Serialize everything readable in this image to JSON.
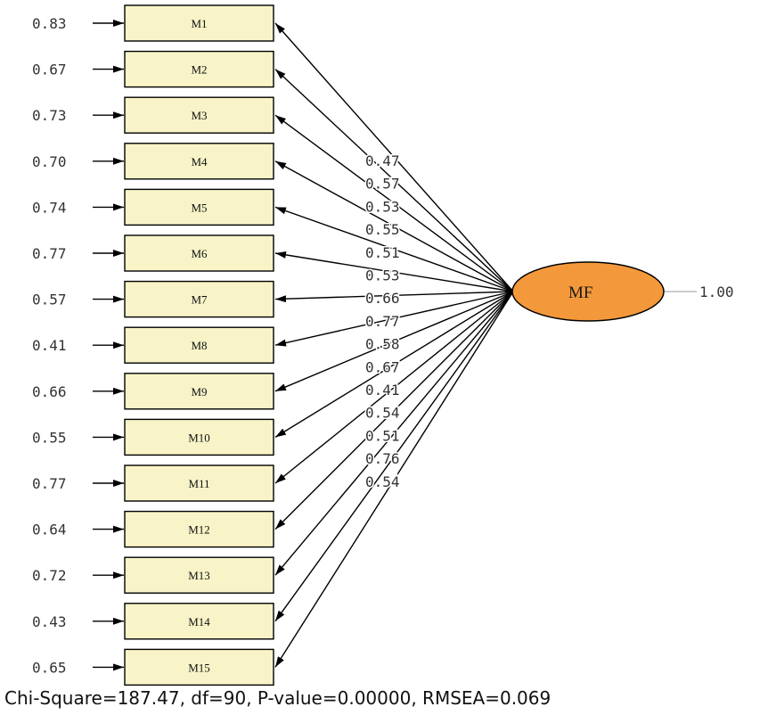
{
  "latent": {
    "label": "MF",
    "variance": "1.00",
    "fill": "#F4993B"
  },
  "indicator_fill": "#F8F4C8",
  "indicators": [
    {
      "label": "M1",
      "error": "0.83",
      "loading": "0.47"
    },
    {
      "label": "M2",
      "error": "0.67",
      "loading": "0.57"
    },
    {
      "label": "M3",
      "error": "0.73",
      "loading": "0.53"
    },
    {
      "label": "M4",
      "error": "0.70",
      "loading": "0.55"
    },
    {
      "label": "M5",
      "error": "0.74",
      "loading": "0.51"
    },
    {
      "label": "M6",
      "error": "0.77",
      "loading": "0.53"
    },
    {
      "label": "M7",
      "error": "0.57",
      "loading": "0.66"
    },
    {
      "label": "M8",
      "error": "0.41",
      "loading": "0.77"
    },
    {
      "label": "M9",
      "error": "0.66",
      "loading": "0.58"
    },
    {
      "label": "M10",
      "error": "0.55",
      "loading": "0.67"
    },
    {
      "label": "M11",
      "error": "0.77",
      "loading": "0.41"
    },
    {
      "label": "M12",
      "error": "0.64",
      "loading": "0.54"
    },
    {
      "label": "M13",
      "error": "0.72",
      "loading": "0.51"
    },
    {
      "label": "M14",
      "error": "0.43",
      "loading": "0.76"
    },
    {
      "label": "M15",
      "error": "0.65",
      "loading": "0.54"
    }
  ],
  "fit_statistics": "Chi-Square=187.47, df=90, P-value=0.00000, RMSEA=0.069"
}
